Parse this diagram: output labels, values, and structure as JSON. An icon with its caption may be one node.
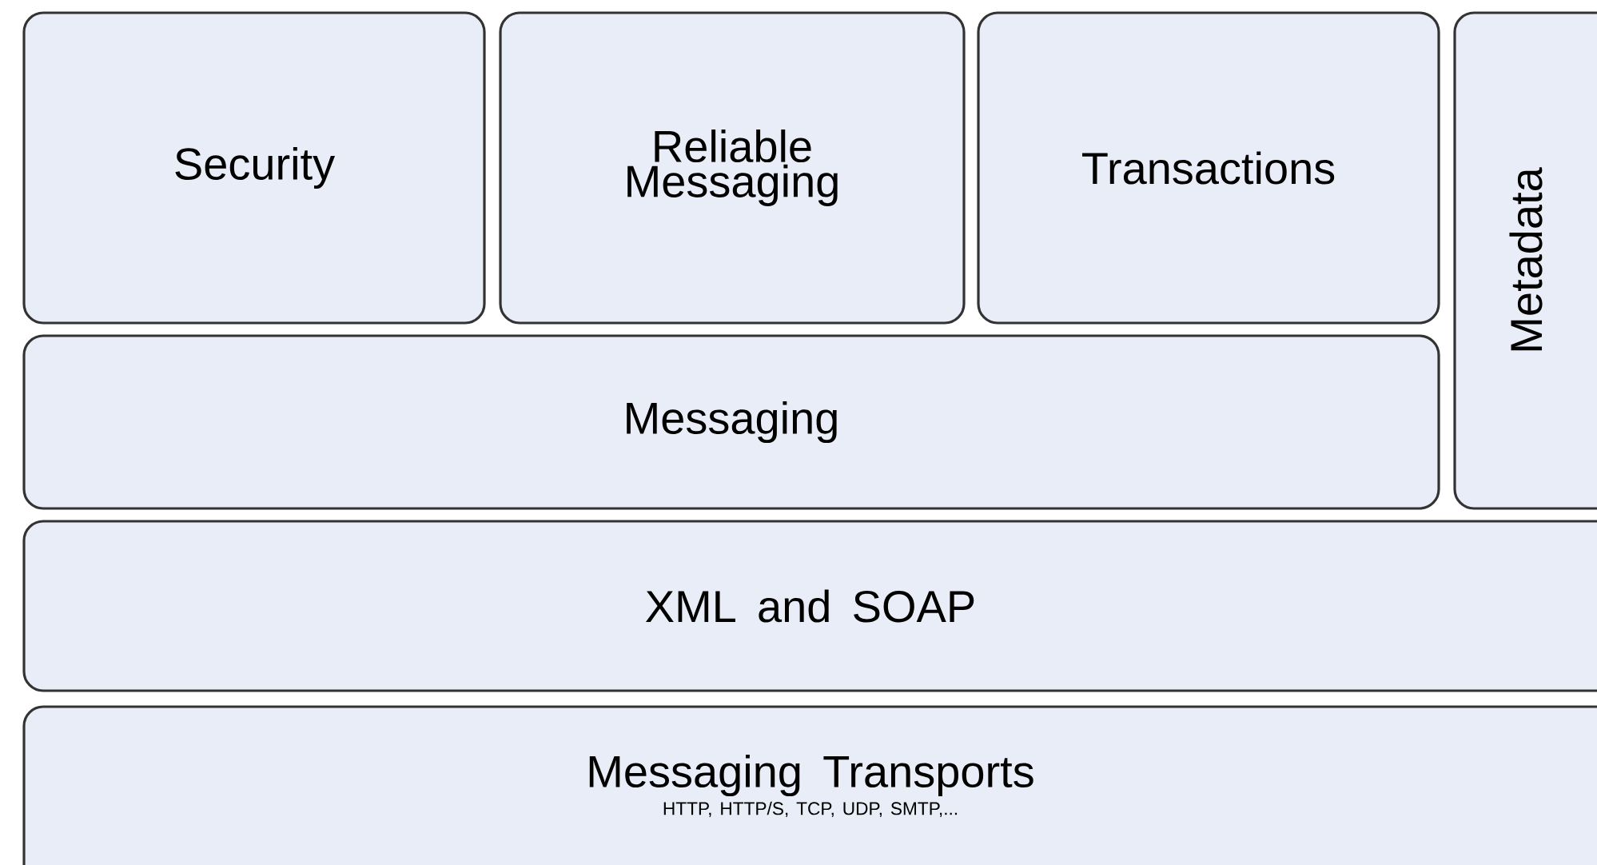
{
  "diagram": {
    "nodes": [
      {
        "text": [
          "Security"
        ]
      },
      {
        "text": [
          "Reliable Messaging"
        ]
      },
      {
        "text": [
          "Transactions"
        ]
      },
      {
        "text": [
          "Metadata"
        ]
      },
      {
        "text": [
          "Messaging"
        ]
      },
      {
        "text": [
          "XML and SOAP"
        ]
      },
      {
        "text": [
          "Messaging Transports",
          "HTTP, HTTP/S, TCP, UDP, SMTP,..."
        ]
      }
    ]
  }
}
